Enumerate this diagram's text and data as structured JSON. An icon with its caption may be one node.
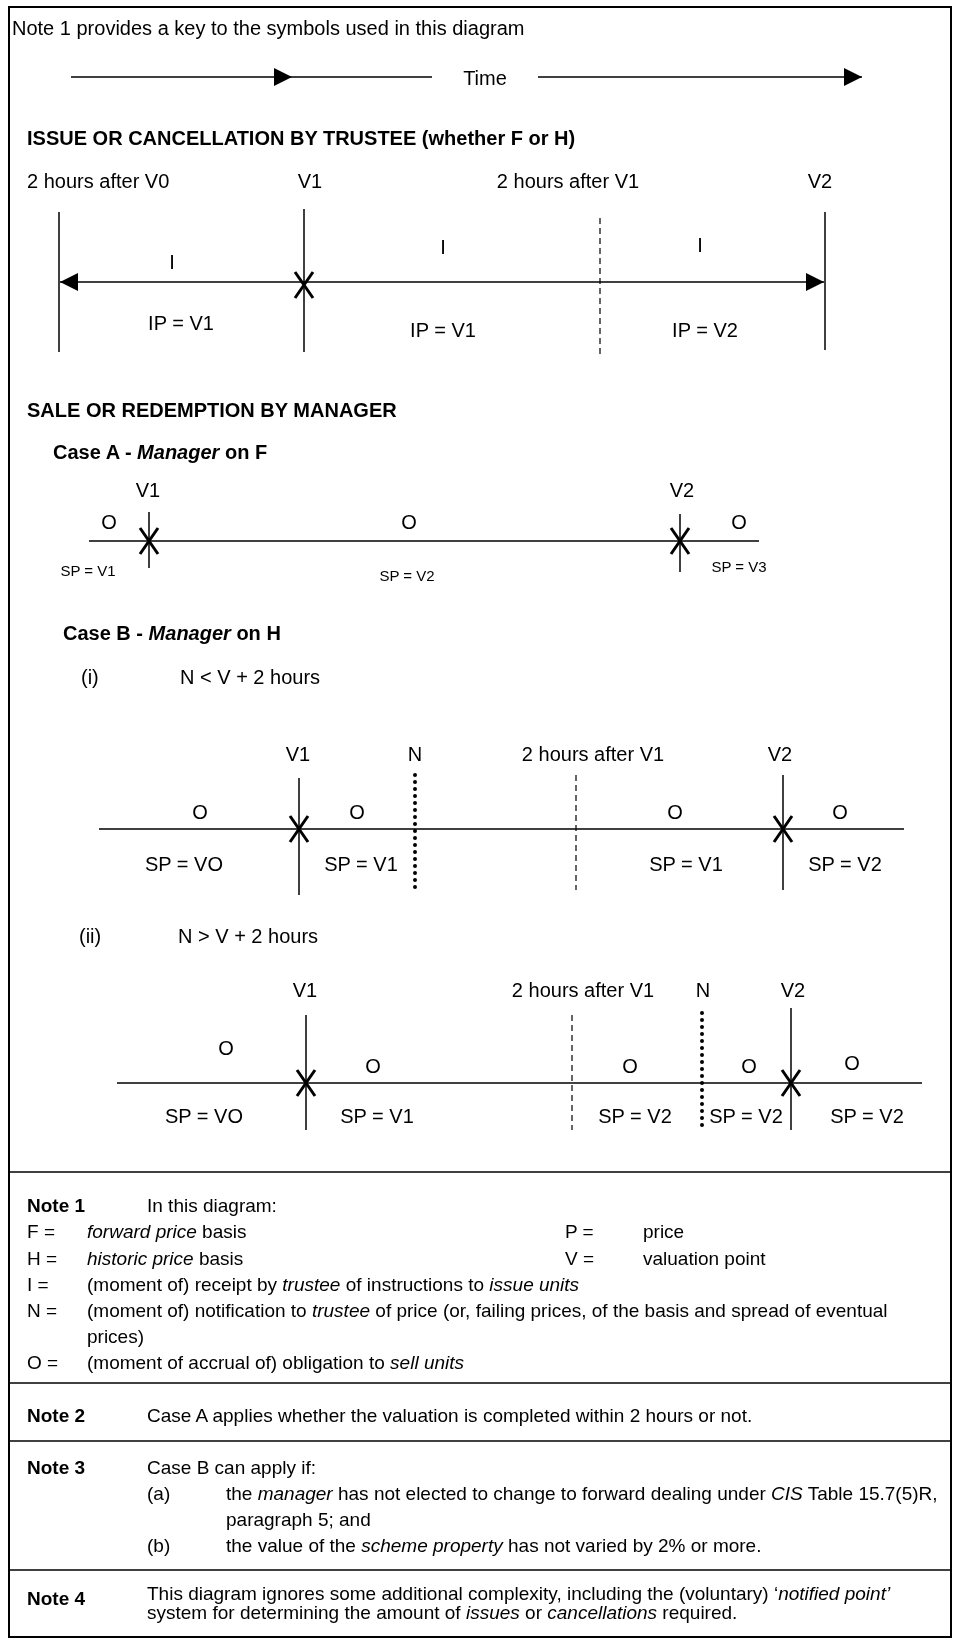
{
  "diagram": {
    "title": "ISSUE OR CANCELLATION BY TRUSTEE (whether F or H)",
    "labels": [
      "Note 1 provides a key to the symbols used in this diagram",
      "Time",
      "2 hours after V0",
      "V1",
      "2 hours after V1",
      "V2",
      "I",
      "I",
      "I",
      "IP = V1",
      "IP = V1",
      "IP = V2",
      "SALE OR REDEMPTION BY MANAGER",
      "Case A - *Manager* on F",
      "V1",
      "V2",
      "O",
      "O",
      "O",
      "SP = V1",
      "SP = V2",
      "SP = V3",
      "Case B - *Manager* on H",
      "(i)",
      "N < V + 2 hours",
      "V1",
      "N",
      "2 hours after V1",
      "V2",
      "O",
      "O",
      "O",
      "O",
      "SP = VO",
      "SP = V1",
      "SP = V1",
      "SP = V2",
      "(ii)",
      "N > V + 2 hours",
      "V1",
      "2 hours after V1",
      "N",
      "V2",
      "O",
      "O",
      "O",
      "O",
      "O",
      "SP = VO",
      "SP = V1",
      "SP = V2",
      "SP = V2",
      "SP = V2",
      "Note 1",
      "In this diagram:",
      "F =",
      "*forward price* basis",
      "P =",
      "price",
      "H =",
      "*historic price* basis",
      "V =",
      "valuation point",
      "I =",
      "(moment of) receipt by *trustee* of instructions to *issue units*",
      "N =",
      "(moment of) notification to *trustee* of price (or, failing prices, of the basis and spread of eventual prices)",
      "O =",
      "(moment of accrual of) obligation to *sell units*",
      "Note 2",
      "Case A applies whether the valuation is completed within 2 hours or not.",
      "Note 3",
      "Case B can apply if:",
      "(a)",
      "the *manager* has not elected to change to forward dealing under *CIS* Table 15.7(5)R, paragraph 5; and",
      "(b)",
      "the value of the *scheme property* has not varied by 2% or more.",
      "Note 4",
      "This diagram ignores some additional complexity, including the (voluntary) ‘*notified point’* system for determining the amount of *issues* or *cancellations* required."
    ]
  }
}
